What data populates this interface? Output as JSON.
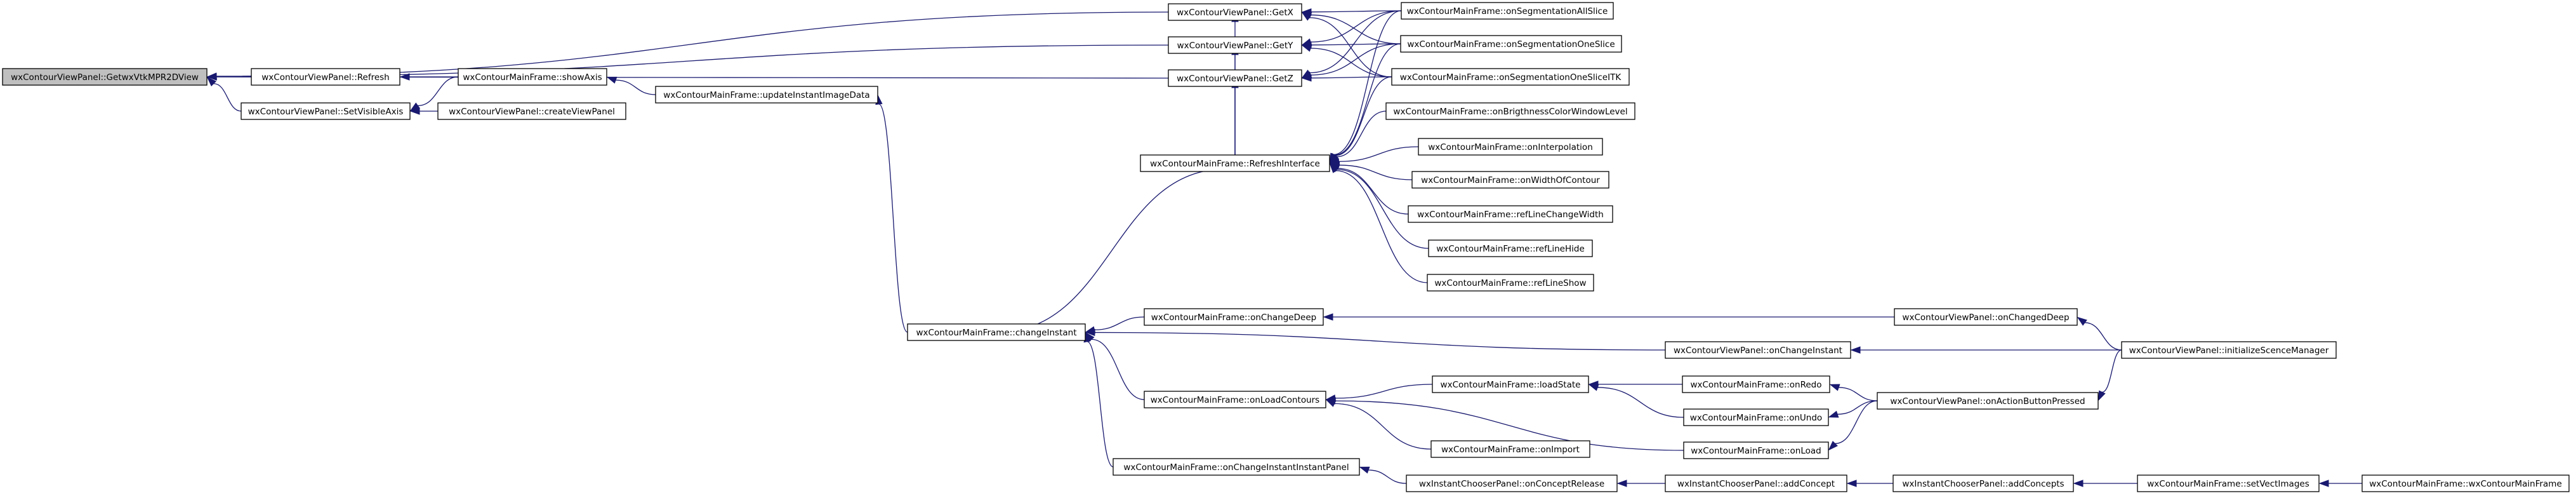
{
  "nodes": {
    "root": "wxContourViewPanel::GetwxVtkMPR2DView",
    "refresh": "wxContourViewPanel::Refresh",
    "setVisibleAxis": "wxContourViewPanel::SetVisibleAxis",
    "getX": "wxContourViewPanel::GetX",
    "getY": "wxContourViewPanel::GetY",
    "getZ": "wxContourViewPanel::GetZ",
    "showAxis": "wxContourMainFrame::showAxis",
    "createViewPanel": "wxContourViewPanel::createViewPanel",
    "updateInstantImageData": "wxContourMainFrame::updateInstantImageData",
    "segAll": "wxContourMainFrame::onSegmentationAllSlice",
    "segOne": "wxContourMainFrame::onSegmentationOneSlice",
    "segITK": "wxContourMainFrame::onSegmentationOneSliceITK",
    "brightness": "wxContourMainFrame::onBrigthnessColorWindowLevel",
    "refreshInterface": "wxContourMainFrame::RefreshInterface",
    "interpolation": "wxContourMainFrame::onInterpolation",
    "widthOfContour": "wxContourMainFrame::onWidthOfContour",
    "refLineChangeWidth": "wxContourMainFrame::refLineChangeWidth",
    "refLineHide": "wxContourMainFrame::refLineHide",
    "refLineShow": "wxContourMainFrame::refLineShow",
    "changeInstant": "wxContourMainFrame::changeInstant",
    "onChangeDeep": "wxContourMainFrame::onChangeDeep",
    "onChangedDeep": "wxContourViewPanel::onChangedDeep",
    "onChangeInstant": "wxContourViewPanel::onChangeInstant",
    "initScene": "wxContourViewPanel::initializeScenceManager",
    "onLoadContours": "wxContourMainFrame::onLoadContours",
    "loadState": "wxContourMainFrame::loadState",
    "onRedo": "wxContourMainFrame::onRedo",
    "onUndo": "wxContourMainFrame::onUndo",
    "onLoad": "wxContourMainFrame::onLoad",
    "onActionButtonPressed": "wxContourViewPanel::onActionButtonPressed",
    "onImport": "wxContourMainFrame::onImport",
    "onChangeInstantInstantPanel": "wxContourMainFrame::onChangeInstantInstantPanel",
    "onConceptRelease": "wxInstantChooserPanel::onConceptRelease",
    "addConcept": "wxInstantChooserPanel::addConcept",
    "addConcepts": "wxInstantChooserPanel::addConcepts",
    "setVectImages": "wxContourMainFrame::setVectImages",
    "ctor": "wxContourMainFrame::wxContourMainFrame"
  },
  "edges": [
    [
      "refresh",
      "root"
    ],
    [
      "setVisibleAxis",
      "root"
    ],
    [
      "getX",
      "root"
    ],
    [
      "getY",
      "root"
    ],
    [
      "getZ",
      "root"
    ],
    [
      "showAxis",
      "refresh"
    ],
    [
      "showAxis",
      "setVisibleAxis"
    ],
    [
      "createViewPanel",
      "setVisibleAxis"
    ],
    [
      "updateInstantImageData",
      "showAxis"
    ],
    [
      "changeInstant",
      "updateInstantImageData"
    ],
    [
      "segAll",
      "getX"
    ],
    [
      "segOne",
      "getX"
    ],
    [
      "segITK",
      "getX"
    ],
    [
      "segAll",
      "getY"
    ],
    [
      "segOne",
      "getY"
    ],
    [
      "segITK",
      "getY"
    ],
    [
      "segAll",
      "getZ"
    ],
    [
      "segOne",
      "getZ"
    ],
    [
      "segITK",
      "getZ"
    ],
    [
      "segAll",
      "refreshInterface"
    ],
    [
      "segOne",
      "refreshInterface"
    ],
    [
      "segITK",
      "refreshInterface"
    ],
    [
      "brightness",
      "refreshInterface"
    ],
    [
      "interpolation",
      "refreshInterface"
    ],
    [
      "widthOfContour",
      "refreshInterface"
    ],
    [
      "refLineChangeWidth",
      "refreshInterface"
    ],
    [
      "refLineHide",
      "refreshInterface"
    ],
    [
      "refLineShow",
      "refreshInterface"
    ],
    [
      "refreshInterface",
      "getX"
    ],
    [
      "refreshInterface",
      "getY"
    ],
    [
      "refreshInterface",
      "getZ"
    ],
    [
      "changeInstant",
      "refreshInterface"
    ],
    [
      "onChangeDeep",
      "changeInstant"
    ],
    [
      "onChangeInstant",
      "changeInstant"
    ],
    [
      "onLoadContours",
      "changeInstant"
    ],
    [
      "onChangeInstantInstantPanel",
      "changeInstant"
    ],
    [
      "onChangedDeep",
      "onChangeDeep"
    ],
    [
      "initScene",
      "onChangedDeep"
    ],
    [
      "initScene",
      "onChangeInstant"
    ],
    [
      "loadState",
      "onLoadContours"
    ],
    [
      "onLoad",
      "onLoadContours"
    ],
    [
      "onImport",
      "onLoadContours"
    ],
    [
      "onRedo",
      "loadState"
    ],
    [
      "onUndo",
      "loadState"
    ],
    [
      "onActionButtonPressed",
      "onRedo"
    ],
    [
      "onActionButtonPressed",
      "onUndo"
    ],
    [
      "onActionButtonPressed",
      "onLoad"
    ],
    [
      "initScene",
      "onActionButtonPressed"
    ],
    [
      "onConceptRelease",
      "onChangeInstantInstantPanel"
    ],
    [
      "addConcept",
      "onConceptRelease"
    ],
    [
      "addConcepts",
      "addConcept"
    ],
    [
      "setVectImages",
      "addConcepts"
    ],
    [
      "ctor",
      "setVectImages"
    ]
  ]
}
